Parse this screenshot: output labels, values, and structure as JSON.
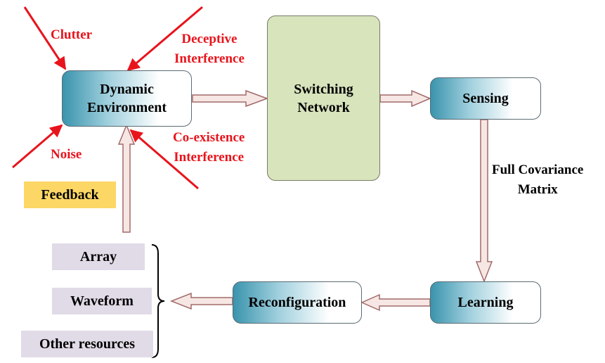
{
  "nodes": {
    "dynamic_env": [
      "Dynamic",
      "Environment"
    ],
    "switching": [
      "Switching",
      "Network"
    ],
    "sensing": "Sensing",
    "learning": "Learning",
    "reconfiguration": "Reconfiguration"
  },
  "threats": {
    "clutter": "Clutter",
    "deceptive": [
      "Deceptive",
      "Interference"
    ],
    "noise": "Noise",
    "coexistence": [
      "Co-existence",
      "Interference"
    ]
  },
  "feedback": "Feedback",
  "edge_label": [
    "Full Covariance",
    "Matrix"
  ],
  "resources": [
    "Array",
    "Waveform",
    "Other resources"
  ],
  "colors": {
    "threat_red": "#e8141c",
    "teal_box": "#3a94ad",
    "switching_green": "#d8e4bc",
    "feedback_yellow": "#fcd766",
    "resource_lavender": "#e1dbe8",
    "hollow_arrow_fill": "#f6e7e4",
    "hollow_arrow_stroke": "#a26a6a"
  }
}
